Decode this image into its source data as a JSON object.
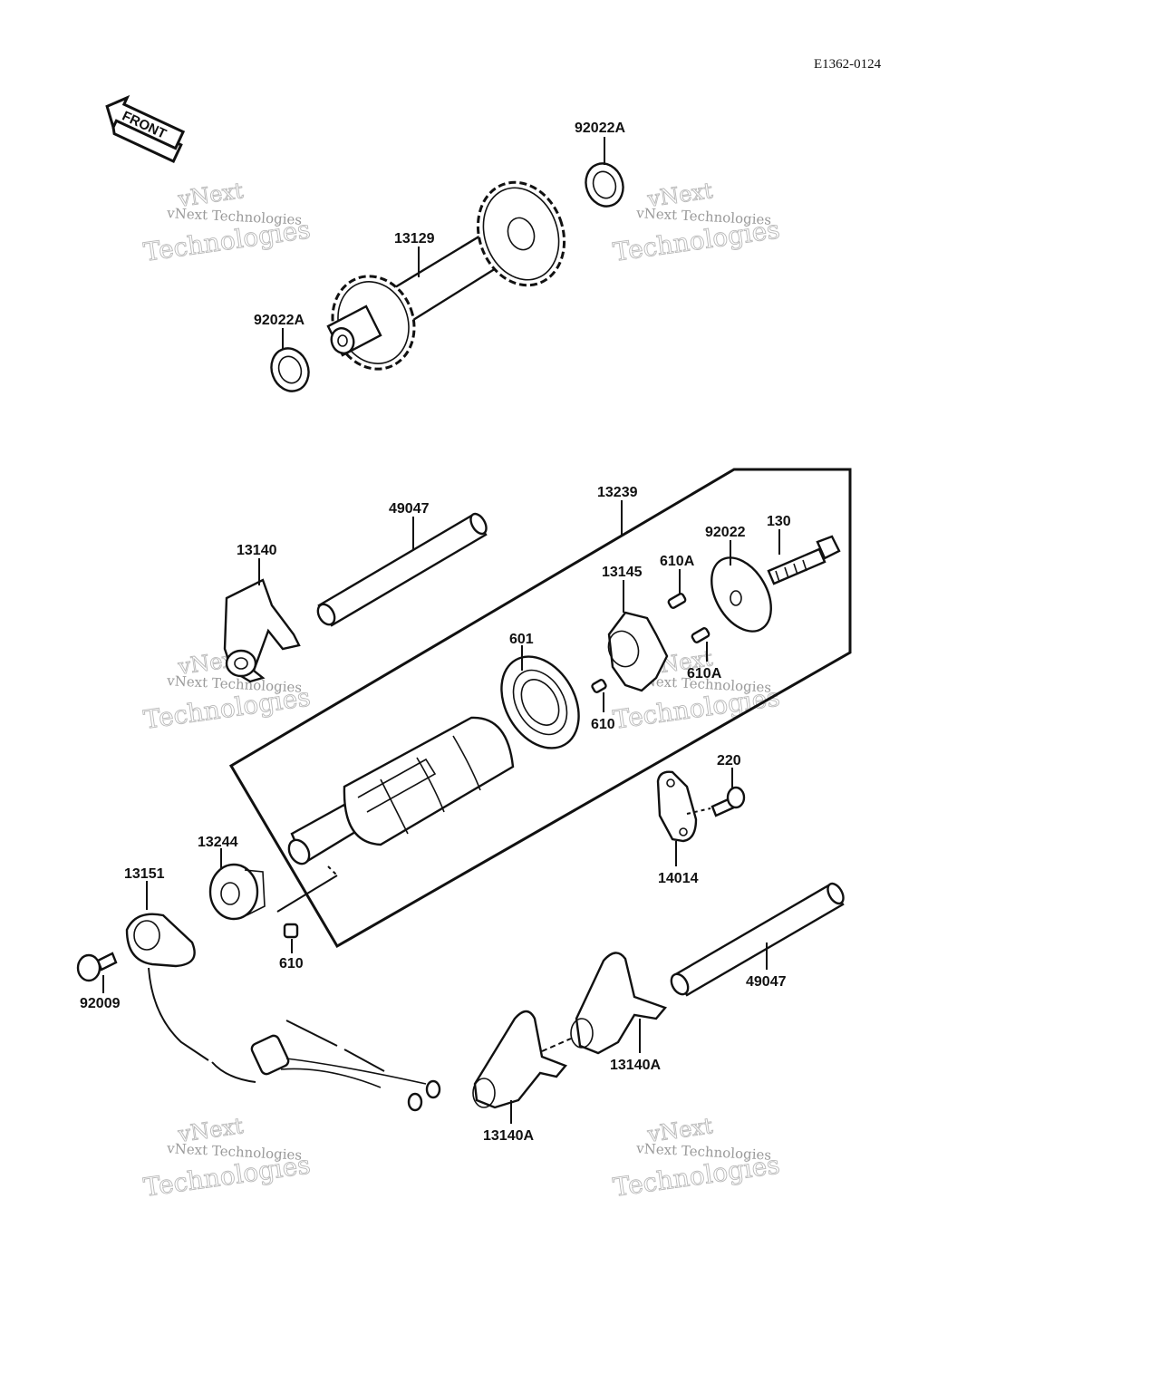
{
  "drawing_code": "E1362-0124",
  "front_arrow": "FRONT",
  "watermark": {
    "line1": "vNext",
    "line2": "vNext Technologies",
    "line3": "Technologies"
  },
  "parts": {
    "p92022A_top": "92022A",
    "p13129": "13129",
    "p92022A_left": "92022A",
    "p49047_top": "49047",
    "p13239": "13239",
    "p13140": "13140",
    "p13145": "13145",
    "p610A_top": "610A",
    "p92022": "92022",
    "p130": "130",
    "p601": "601",
    "p610A_mid": "610A",
    "p610_mid": "610",
    "p220": "220",
    "p14014": "14014",
    "p13244": "13244",
    "p13151": "13151",
    "p610_low": "610",
    "p92009": "92009",
    "p49047_low": "49047",
    "p13140A_right": "13140A",
    "p13140A_left": "13140A"
  }
}
